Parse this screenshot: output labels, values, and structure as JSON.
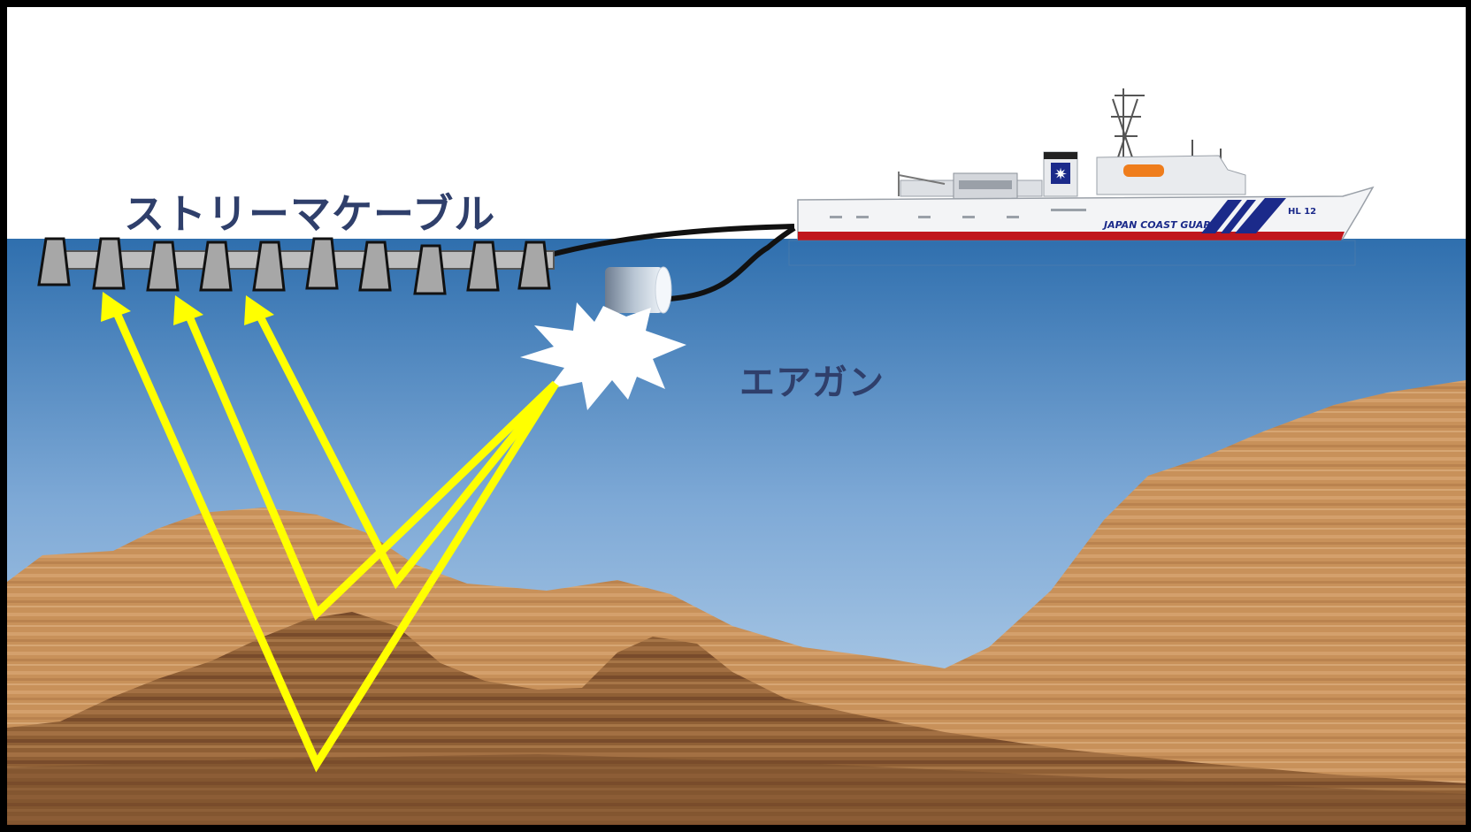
{
  "labels": {
    "streamer_cable": "ストリーマケーブル",
    "air_gun": "エアガン"
  },
  "ship": {
    "hull_text": "JAPAN COAST GUARD",
    "hull_number": "HL 12"
  },
  "colors": {
    "sky": "#ffffff",
    "sea_top": "#2f6fae",
    "sea_bottom": "#c6dcef",
    "seismic_ray": "#ffff00",
    "label_text": "#2f3f6b",
    "sediment": "#c8915a",
    "ship_stripe": "#1b2a8a"
  },
  "icons": {
    "hydrophone": "trapezoid",
    "air_gun": "cylinder",
    "shot": "starburst"
  }
}
